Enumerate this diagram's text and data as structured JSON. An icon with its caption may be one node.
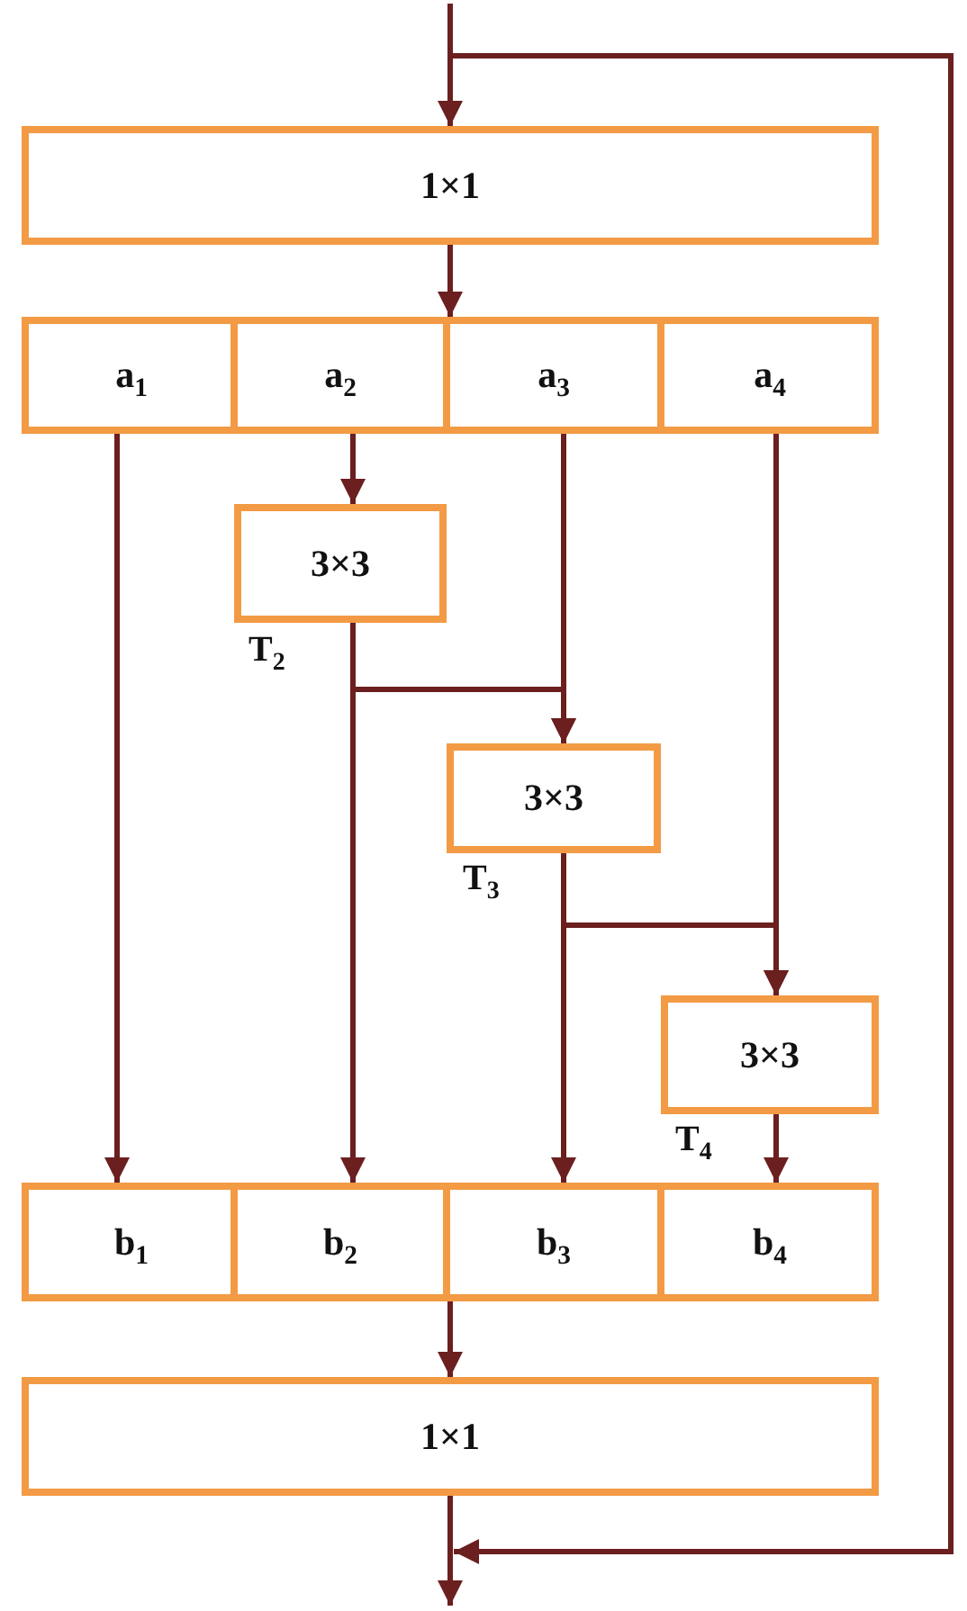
{
  "diagram": {
    "nodes": [
      {
        "text": [
          "1×1"
        ]
      },
      {
        "text": [],
        "shape": "box"
      },
      {
        "text": [
          "a$_{1}$"
        ],
        "in": 1
      },
      {
        "text": [
          "a$_{2}$"
        ],
        "in": 1
      },
      {
        "text": [
          "a$_{3}$"
        ],
        "in": 1
      },
      {
        "text": [
          "a$_{4}$"
        ],
        "in": 1
      },
      {
        "text": [
          "3×3"
        ],
        "beside": [
          "T$_{2}$"
        ]
      },
      {
        "text": [
          "3×3"
        ],
        "beside": [
          "T$_{3}$"
        ]
      },
      {
        "text": [
          "3×3"
        ],
        "beside": [
          "T$_{4}$"
        ]
      },
      {
        "text": [],
        "shape": "box"
      },
      {
        "text": [
          "b$_{1}$"
        ],
        "in": 9
      },
      {
        "text": [
          "b$_{2}$"
        ],
        "in": 9
      },
      {
        "text": [
          "b$_{3}$"
        ],
        "in": 9
      },
      {
        "text": [
          "b$_{4}$"
        ],
        "in": 9
      },
      {
        "text": [
          "1×1"
        ]
      }
    ],
    "edges": [
      {
        "from": null,
        "to": 0,
        "arrow": "to"
      },
      {
        "from": 0,
        "to": 1,
        "arrow": "to"
      },
      {
        "from": 2,
        "to": 10,
        "arrow": "to"
      },
      {
        "from": 3,
        "to": 6,
        "arrow": "to"
      },
      {
        "from": 6,
        "to": 11,
        "arrow": "to"
      },
      {
        "from": 6,
        "to": 7,
        "arrow": "to"
      },
      {
        "from": 4,
        "to": 7,
        "arrow": "to"
      },
      {
        "from": 7,
        "to": 12,
        "arrow": "to"
      },
      {
        "from": 7,
        "to": 8,
        "arrow": "to"
      },
      {
        "from": 5,
        "to": 8,
        "arrow": "to"
      },
      {
        "from": 8,
        "to": 13,
        "arrow": "to"
      },
      {
        "from": 9,
        "to": 14,
        "arrow": "to"
      },
      {
        "from": 14,
        "to": null,
        "arrow": "to"
      },
      {
        "from": null,
        "to": 14,
        "arrow": "to"
      }
    ]
  }
}
